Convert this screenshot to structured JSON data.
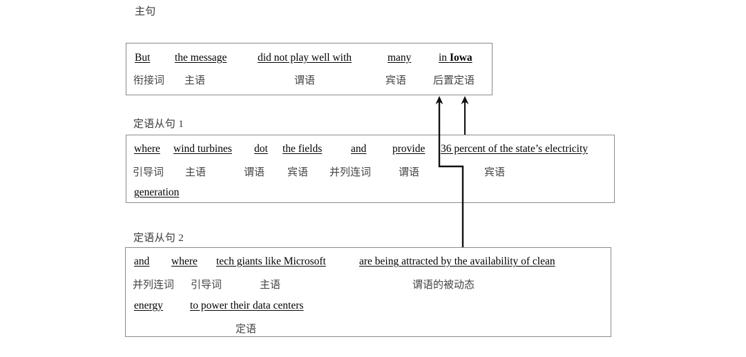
{
  "page": {
    "title": "英语长难句句子成分分析图",
    "background": "#ffffff",
    "box_border_color": "#8a8a8a",
    "text_color": "#000000",
    "label_color": "#444444"
  },
  "captions": {
    "main_clause": "主句",
    "attributive_clause_1": "定语从句 1",
    "attributive_clause_2": "定语从句 2"
  },
  "boxes": [
    {
      "id": "main-clause-box",
      "caption": "主句",
      "rows": [
        {
          "id": "main-clause-row-1",
          "english": [
            "But",
            "the message",
            "did not play well with",
            "many",
            "in Iowa"
          ],
          "english_bold_part": "Iowa",
          "labels": [
            "衔接词",
            "主语",
            "谓语",
            "宾语",
            "后置定语"
          ]
        }
      ]
    },
    {
      "id": "attributive-clause-1-box",
      "caption": "定语从句 1",
      "rows": [
        {
          "id": "clause1-row-1",
          "english": [
            "where",
            "wind turbines",
            "dot",
            "the fields",
            "and",
            "provide",
            "36 percent of the state’s electricity"
          ],
          "labels": [
            "引导词",
            "主语",
            "谓语",
            "宾语",
            "并列连词",
            "谓语",
            "宾语"
          ]
        },
        {
          "id": "clause1-row-2",
          "english": [
            "generation"
          ],
          "labels": []
        }
      ]
    },
    {
      "id": "attributive-clause-2-box",
      "caption": "定语从句 2",
      "rows": [
        {
          "id": "clause2-row-1",
          "english": [
            "and",
            "where",
            "tech giants like Microsoft",
            "are being attracted by the availability of clean"
          ],
          "labels": [
            "并列连词",
            "引导词",
            "主语",
            "谓语的被动态"
          ]
        },
        {
          "id": "clause2-row-2",
          "english": [
            "energy",
            "to power their data centers"
          ],
          "labels": [
            "定语"
          ]
        }
      ]
    }
  ],
  "tokens": {
    "b1_but": "But",
    "b1_the_message": "the message",
    "b1_did_not_play": "did not play well with",
    "b1_many": "many",
    "b1_in": "in ",
    "b1_iowa": "Iowa",
    "b1_l1": "衔接词",
    "b1_l2": "主语",
    "b1_l3": "谓语",
    "b1_l4": "宾语",
    "b1_l5": "后置定语",
    "b2_where": "where",
    "b2_wind_turbines": "wind turbines",
    "b2_dot": "dot",
    "b2_the_fields": "the fields",
    "b2_and": "and",
    "b2_provide": "provide",
    "b2_36percent": "36 percent of the state’s electricity",
    "b2_generation": "generation",
    "b2_l1": "引导词",
    "b2_l2": "主语",
    "b2_l3": "谓语",
    "b2_l4": "宾语",
    "b2_l5": "并列连词",
    "b2_l6": "谓语",
    "b2_l7": "宾语",
    "b3_and": "and",
    "b3_where": "where",
    "b3_tech_giants": "tech giants like Microsoft",
    "b3_are_being": "are being attracted by the availability of clean",
    "b3_energy": "energy",
    "b3_to_power": "to power their data centers",
    "b3_l1": "并列连词",
    "b3_l2": "引导词",
    "b3_l3": "主语",
    "b3_l4": "谓语的被动态",
    "b3_l5": "定语"
  },
  "connectors": [
    {
      "id": "arrow-clause2-to-main",
      "name": "arrow-from-attributive-clause-2",
      "from": "attributive-clause-2-box",
      "to": "main-clause-box",
      "style": "elbow-up-arrow"
    },
    {
      "id": "arrow-clause1-to-main",
      "name": "arrow-from-attributive-clause-1",
      "from": "attributive-clause-1-box",
      "to": "main-clause-box",
      "style": "straight-up-arrow"
    }
  ]
}
